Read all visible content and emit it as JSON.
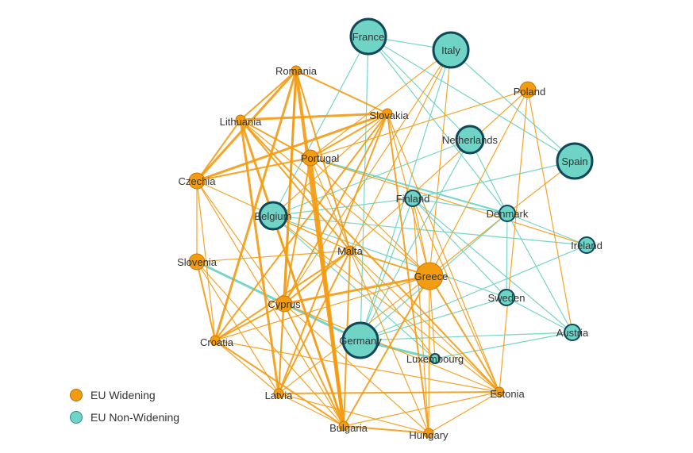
{
  "colors": {
    "widening": "#f39c12",
    "widening_stroke": "#c77a06",
    "non_widening": "#6fd3c5",
    "non_widening_stroke": "#10485a"
  },
  "legend": {
    "widening_label": "EU Widening",
    "non_widening_label": "EU Non-Widening"
  },
  "nodes": [
    {
      "id": "France",
      "group": "non-widening",
      "size": "large"
    },
    {
      "id": "Italy",
      "group": "non-widening",
      "size": "large"
    },
    {
      "id": "Spain",
      "group": "non-widening",
      "size": "large"
    },
    {
      "id": "Germany",
      "group": "non-widening",
      "size": "large"
    },
    {
      "id": "Netherlands",
      "group": "non-widening",
      "size": "medium"
    },
    {
      "id": "Belgium",
      "group": "non-widening",
      "size": "medium"
    },
    {
      "id": "Finland",
      "group": "non-widening",
      "size": "small"
    },
    {
      "id": "Denmark",
      "group": "non-widening",
      "size": "small"
    },
    {
      "id": "Ireland",
      "group": "non-widening",
      "size": "small"
    },
    {
      "id": "Sweden",
      "group": "non-widening",
      "size": "small"
    },
    {
      "id": "Austria",
      "group": "non-widening",
      "size": "small"
    },
    {
      "id": "Luxembourg",
      "group": "non-widening",
      "size": "tiny"
    },
    {
      "id": "Romania",
      "group": "widening",
      "size": "tiny"
    },
    {
      "id": "Slovakia",
      "group": "widening",
      "size": "tiny"
    },
    {
      "id": "Poland",
      "group": "widening",
      "size": "small"
    },
    {
      "id": "Lithuania",
      "group": "widening",
      "size": "tiny"
    },
    {
      "id": "Portugal",
      "group": "widening",
      "size": "small"
    },
    {
      "id": "Czechia",
      "group": "widening",
      "size": "small"
    },
    {
      "id": "Slovenia",
      "group": "widening",
      "size": "small"
    },
    {
      "id": "Malta",
      "group": "widening",
      "size": "tiny"
    },
    {
      "id": "Greece",
      "group": "widening",
      "size": "medium"
    },
    {
      "id": "Cyprus",
      "group": "widening",
      "size": "small"
    },
    {
      "id": "Croatia",
      "group": "widening",
      "size": "tiny"
    },
    {
      "id": "Latvia",
      "group": "widening",
      "size": "tiny"
    },
    {
      "id": "Estonia",
      "group": "widening",
      "size": "tiny"
    },
    {
      "id": "Bulgaria",
      "group": "widening",
      "size": "tiny"
    },
    {
      "id": "Hungary",
      "group": "widening",
      "size": "tiny"
    }
  ],
  "edges": [
    [
      "France",
      "Italy",
      "teal",
      1
    ],
    [
      "France",
      "Netherlands",
      "teal",
      1
    ],
    [
      "France",
      "Belgium",
      "teal",
      1
    ],
    [
      "France",
      "Germany",
      "teal",
      1
    ],
    [
      "France",
      "Spain",
      "teal",
      1
    ],
    [
      "France",
      "Denmark",
      "teal",
      1
    ],
    [
      "Italy",
      "Spain",
      "teal",
      1
    ],
    [
      "Italy",
      "Germany",
      "teal",
      1
    ],
    [
      "Italy",
      "Portugal",
      "orange",
      1
    ],
    [
      "Italy",
      "Greece",
      "orange",
      1
    ],
    [
      "Italy",
      "Cyprus",
      "orange",
      1
    ],
    [
      "Italy",
      "Malta",
      "orange",
      1
    ],
    [
      "Netherlands",
      "Belgium",
      "teal",
      1
    ],
    [
      "Netherlands",
      "Germany",
      "teal",
      1
    ],
    [
      "Netherlands",
      "Denmark",
      "teal",
      1
    ],
    [
      "Portugal",
      "Denmark",
      "teal",
      2
    ],
    [
      "Portugal",
      "Ireland",
      "orange",
      1
    ],
    [
      "Spain",
      "Finland",
      "teal",
      1
    ],
    [
      "Spain",
      "Denmark",
      "orange",
      1
    ],
    [
      "Belgium",
      "Finland",
      "teal",
      1
    ],
    [
      "Belgium",
      "Ireland",
      "teal",
      1
    ],
    [
      "Belgium",
      "Sweden",
      "teal",
      1
    ],
    [
      "Belgium",
      "Luxembourg",
      "teal",
      1
    ],
    [
      "Finland",
      "Denmark",
      "teal",
      1
    ],
    [
      "Finland",
      "Sweden",
      "teal",
      1
    ],
    [
      "Finland",
      "Austria",
      "teal",
      1
    ],
    [
      "Finland",
      "Germany",
      "teal",
      1
    ],
    [
      "Denmark",
      "Ireland",
      "teal",
      1
    ],
    [
      "Denmark",
      "Austria",
      "teal",
      1
    ],
    [
      "Denmark",
      "Sweden",
      "teal",
      1
    ],
    [
      "Denmark",
      "Greece",
      "orange",
      1
    ],
    [
      "Denmark",
      "Germany",
      "teal",
      1
    ],
    [
      "Sweden",
      "Austria",
      "teal",
      1
    ],
    [
      "Sweden",
      "Germany",
      "teal",
      1
    ],
    [
      "Germany",
      "Austria",
      "teal",
      1
    ],
    [
      "Germany",
      "Luxembourg",
      "teal",
      3
    ],
    [
      "Germany",
      "Ireland",
      "teal",
      1
    ],
    [
      "Slovenia",
      "Germany",
      "teal",
      3
    ],
    [
      "Luxembourg",
      "Austria",
      "teal",
      1
    ],
    [
      "Poland",
      "Greece",
      "orange",
      1
    ],
    [
      "Poland",
      "Malta",
      "orange",
      1
    ],
    [
      "Poland",
      "Portugal",
      "orange",
      1
    ],
    [
      "Poland",
      "Austria",
      "orange",
      1
    ],
    [
      "Poland",
      "Estonia",
      "orange",
      1
    ],
    [
      "Romania",
      "Slovakia",
      "orange",
      2
    ],
    [
      "Romania",
      "Lithuania",
      "orange",
      2
    ],
    [
      "Romania",
      "Czechia",
      "orange",
      3
    ],
    [
      "Romania",
      "Croatia",
      "orange",
      3
    ],
    [
      "Romania",
      "Cyprus",
      "orange",
      3
    ],
    [
      "Romania",
      "Bulgaria",
      "orange",
      4
    ],
    [
      "Romania",
      "Latvia",
      "orange",
      2
    ],
    [
      "Romania",
      "Malta",
      "orange",
      2
    ],
    [
      "Slovakia",
      "Lithuania",
      "orange",
      3
    ],
    [
      "Slovakia",
      "Portugal",
      "orange",
      2
    ],
    [
      "Slovakia",
      "Czechia",
      "orange",
      3
    ],
    [
      "Slovakia",
      "Croatia",
      "orange",
      2
    ],
    [
      "Slovakia",
      "Cyprus",
      "orange",
      2
    ],
    [
      "Slovakia",
      "Latvia",
      "orange",
      2
    ],
    [
      "Slovakia",
      "Hungary",
      "orange",
      2
    ],
    [
      "Slovakia",
      "Greece",
      "orange",
      1
    ],
    [
      "Slovakia",
      "Belgium",
      "orange",
      1
    ],
    [
      "Slovakia",
      "Estonia",
      "orange",
      1
    ],
    [
      "Lithuania",
      "Czechia",
      "orange",
      2
    ],
    [
      "Lithuania",
      "Portugal",
      "orange",
      2
    ],
    [
      "Lithuania",
      "Malta",
      "orange",
      2
    ],
    [
      "Lithuania",
      "Latvia",
      "orange",
      3
    ],
    [
      "Lithuania",
      "Bulgaria",
      "orange",
      3
    ],
    [
      "Lithuania",
      "Estonia",
      "orange",
      2
    ],
    [
      "Lithuania",
      "Greece",
      "orange",
      1
    ],
    [
      "Portugal",
      "Czechia",
      "orange",
      2
    ],
    [
      "Portugal",
      "Bulgaria",
      "orange",
      4
    ],
    [
      "Portugal",
      "Greece",
      "orange",
      1
    ],
    [
      "Portugal",
      "Cyprus",
      "orange",
      2
    ],
    [
      "Portugal",
      "Malta",
      "orange",
      1
    ],
    [
      "Czechia",
      "Croatia",
      "orange",
      1
    ],
    [
      "Czechia",
      "Malta",
      "orange",
      1
    ],
    [
      "Czechia",
      "Cyprus",
      "orange",
      1
    ],
    [
      "Czechia",
      "Bulgaria",
      "orange",
      1
    ],
    [
      "Czechia",
      "Slovenia",
      "orange",
      1
    ],
    [
      "Slovenia",
      "Croatia",
      "orange",
      2
    ],
    [
      "Slovenia",
      "Latvia",
      "orange",
      1
    ],
    [
      "Slovenia",
      "Malta",
      "orange",
      1
    ],
    [
      "Slovenia",
      "Bulgaria",
      "orange",
      1
    ],
    [
      "Malta",
      "Cyprus",
      "orange",
      2
    ],
    [
      "Malta",
      "Greece",
      "orange",
      2
    ],
    [
      "Malta",
      "Croatia",
      "orange",
      2
    ],
    [
      "Malta",
      "Bulgaria",
      "orange",
      2
    ],
    [
      "Malta",
      "Latvia",
      "orange",
      2
    ],
    [
      "Malta",
      "Hungary",
      "orange",
      1
    ],
    [
      "Malta",
      "Estonia",
      "orange",
      1
    ],
    [
      "Malta",
      "Luxembourg",
      "orange",
      1
    ],
    [
      "Greece",
      "Cyprus",
      "orange",
      3
    ],
    [
      "Greece",
      "Estonia",
      "orange",
      2
    ],
    [
      "Greece",
      "Bulgaria",
      "orange",
      2
    ],
    [
      "Greece",
      "Croatia",
      "orange",
      1
    ],
    [
      "Greece",
      "Hungary",
      "orange",
      1
    ],
    [
      "Greece",
      "Latvia",
      "orange",
      1
    ],
    [
      "Greece",
      "Luxembourg",
      "orange",
      1
    ],
    [
      "Cyprus",
      "Bulgaria",
      "orange",
      2
    ],
    [
      "Cyprus",
      "Croatia",
      "orange",
      2
    ],
    [
      "Cyprus",
      "Latvia",
      "orange",
      1
    ],
    [
      "Cyprus",
      "Estonia",
      "orange",
      1
    ],
    [
      "Cyprus",
      "Hungary",
      "orange",
      1
    ],
    [
      "Croatia",
      "Latvia",
      "orange",
      1
    ],
    [
      "Croatia",
      "Bulgaria",
      "orange",
      2
    ],
    [
      "Croatia",
      "Estonia",
      "orange",
      1
    ],
    [
      "Latvia",
      "Bulgaria",
      "orange",
      1
    ],
    [
      "Latvia",
      "Estonia",
      "orange",
      2
    ],
    [
      "Latvia",
      "Hungary",
      "orange",
      1
    ],
    [
      "Estonia",
      "Bulgaria",
      "orange",
      1
    ],
    [
      "Estonia",
      "Hungary",
      "orange",
      1
    ],
    [
      "Bulgaria",
      "Hungary",
      "orange",
      2
    ],
    [
      "Belgium",
      "Estonia",
      "orange",
      1
    ],
    [
      "Belgium",
      "Bulgaria",
      "orange",
      1
    ],
    [
      "Belgium",
      "Malta",
      "orange",
      1
    ],
    [
      "Finland",
      "Greece",
      "orange",
      1
    ],
    [
      "Finland",
      "Estonia",
      "orange",
      1
    ],
    [
      "Finland",
      "Hungary",
      "orange",
      1
    ]
  ]
}
